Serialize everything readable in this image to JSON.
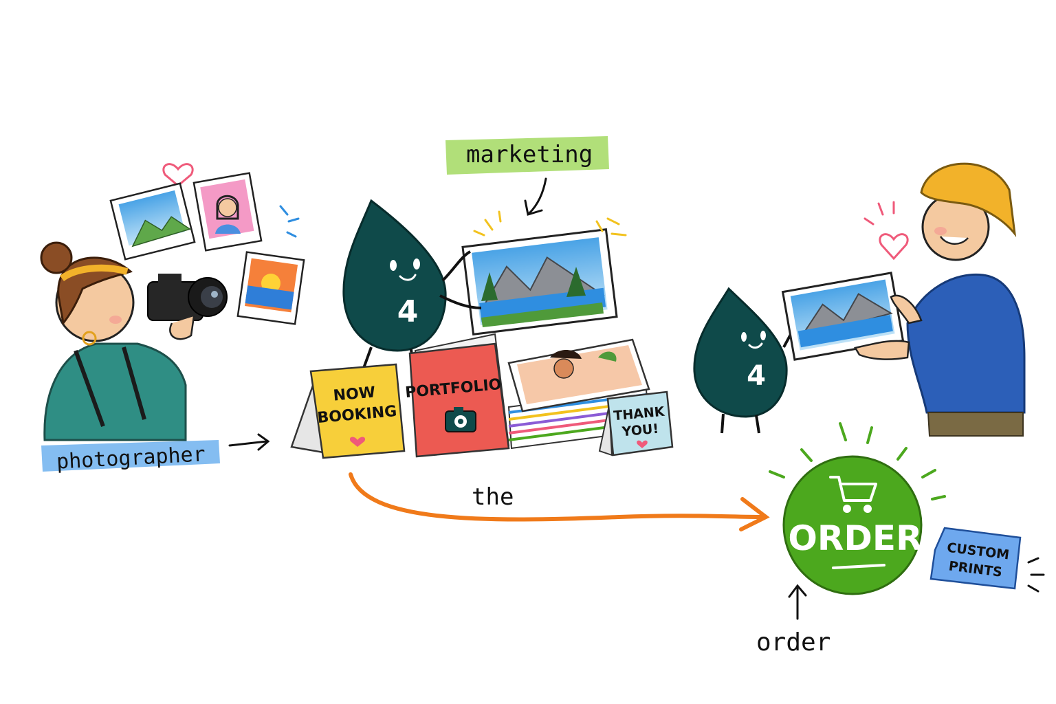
{
  "labels": {
    "photographer": "photographer",
    "marketing": "marketing",
    "the": "the",
    "order": "order"
  },
  "cards": {
    "now_booking_line1": "NOW",
    "now_booking_line2": "BOOKING",
    "portfolio": "PORTFOLIO",
    "thank_you_line1": "THANK",
    "thank_you_line2": "YOU!"
  },
  "mascot": {
    "number_left": "4",
    "number_right": "4"
  },
  "order_button": {
    "label": "ORDER"
  },
  "custom_prints": {
    "line1": "CUSTOM",
    "line2": "PRINTS"
  },
  "colors": {
    "mascot": "#0f4a4a",
    "order_green": "#4ca81e",
    "flow_arrow": "#f07a1a",
    "photographer_highlight": "#6fb2ee",
    "marketing_highlight": "#a8dc6a",
    "custom_prints_blue": "#6ea8ee",
    "now_booking_yellow": "#f7cf3a",
    "portfolio_red": "#ec5a52",
    "thank_you_blue": "#bfe3ec",
    "heart_pink": "#ef5a7a"
  }
}
